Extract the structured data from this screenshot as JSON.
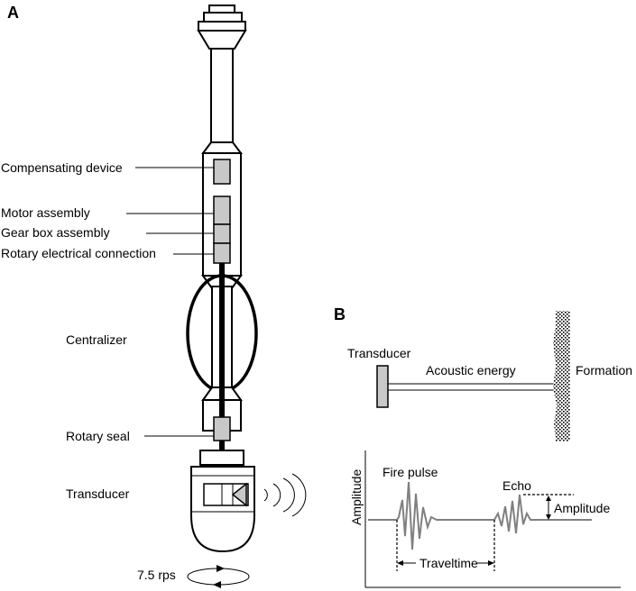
{
  "panel_a": {
    "letter": "A",
    "labels": {
      "compensating": "Compensating device",
      "motor": "Motor assembly",
      "gearbox": "Gear box assembly",
      "rotary_conn": "Rotary electrical connection",
      "centralizer": "Centralizer",
      "rotary_seal": "Rotary seal",
      "transducer": "Transducer",
      "rps": "7.5 rps"
    }
  },
  "panel_b": {
    "letter": "B",
    "labels": {
      "transducer": "Transducer",
      "acoustic": "Acoustic energy",
      "formation": "Formation",
      "y_axis": "Amplitude",
      "fire_pulse": "Fire pulse",
      "echo": "Echo",
      "amplitude": "Amplitude",
      "traveltime": "Traveltime"
    }
  },
  "colors": {
    "component_fill": "#c8c8c8",
    "trace": "#808080"
  }
}
